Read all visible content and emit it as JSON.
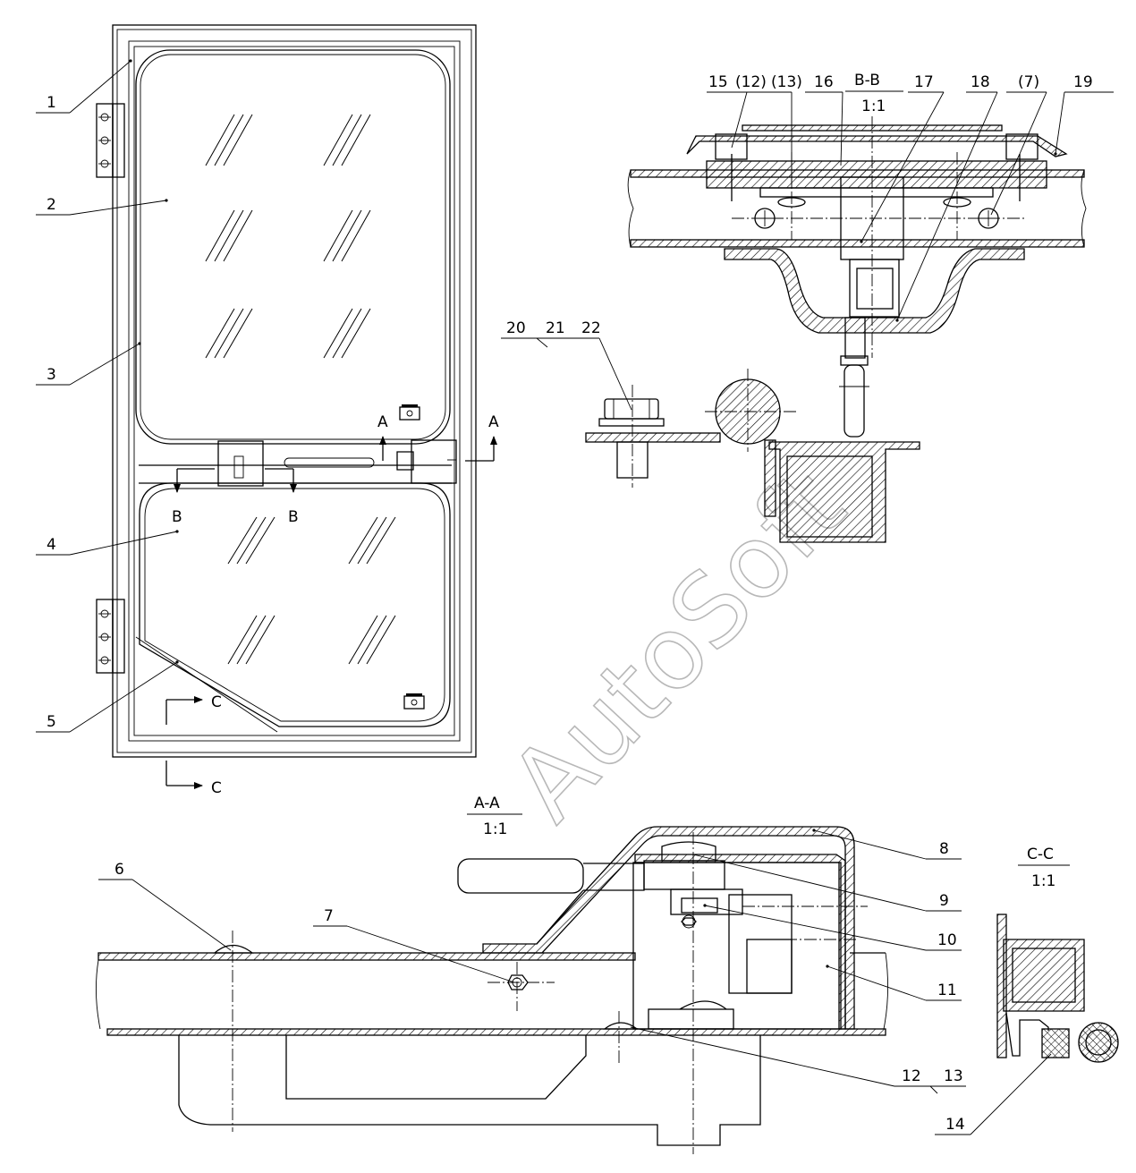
{
  "watermark": "AutoSoft",
  "callouts": [
    {
      "id": "c1",
      "text": "1"
    },
    {
      "id": "c2",
      "text": "2"
    },
    {
      "id": "c3",
      "text": "3"
    },
    {
      "id": "c4",
      "text": "4"
    },
    {
      "id": "c5",
      "text": "5"
    },
    {
      "id": "c6",
      "text": "6"
    },
    {
      "id": "c7",
      "text": "7"
    },
    {
      "id": "c8",
      "text": "8"
    },
    {
      "id": "c9",
      "text": "9"
    },
    {
      "id": "c10",
      "text": "10"
    },
    {
      "id": "c11",
      "text": "11"
    },
    {
      "id": "c12",
      "text": "12"
    },
    {
      "id": "c13",
      "text": "13"
    },
    {
      "id": "c14",
      "text": "14"
    },
    {
      "id": "c15",
      "text": "15"
    },
    {
      "id": "c12b",
      "text": "(12)"
    },
    {
      "id": "c13b",
      "text": "(13)"
    },
    {
      "id": "c16",
      "text": "16"
    },
    {
      "id": "c17",
      "text": "17"
    },
    {
      "id": "c18",
      "text": "18"
    },
    {
      "id": "c7b",
      "text": "(7)"
    },
    {
      "id": "c19",
      "text": "19"
    },
    {
      "id": "c20",
      "text": "20"
    },
    {
      "id": "c21",
      "text": "21"
    },
    {
      "id": "c22",
      "text": "22"
    }
  ],
  "sections": {
    "bb": {
      "name": "B-B",
      "scale": "1:1"
    },
    "aa": {
      "name": "A-A",
      "scale": "1:1"
    },
    "cc": {
      "name": "C-C",
      "scale": "1:1"
    }
  },
  "cut_marks": {
    "a_left": "A",
    "a_right": "A",
    "b_left": "B",
    "b_right": "B",
    "c_upper": "C",
    "c_lower": "C"
  }
}
